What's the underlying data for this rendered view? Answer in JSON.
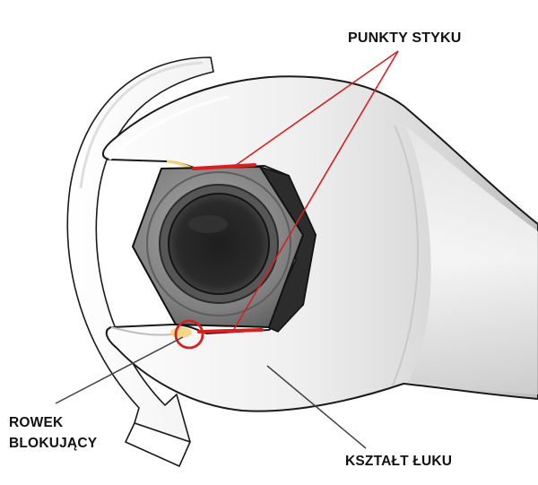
{
  "labels": {
    "contact_points": "PUNKTY STYKU",
    "locking_groove_line1": "ROWEK",
    "locking_groove_line2": "BLOKUJĄCY",
    "arc_shape": "KSZTAŁT ŁUKU"
  },
  "colors": {
    "highlight": "#d62020",
    "pointer": "#444444",
    "outline": "#1a1a1a",
    "wrench_light": "#f4f4f4",
    "wrench_dark": "#bdbdbd",
    "nut_face": "#7a7a7a",
    "nut_shadow": "#2c2c2c",
    "groove_glow": "#f3d27a"
  }
}
